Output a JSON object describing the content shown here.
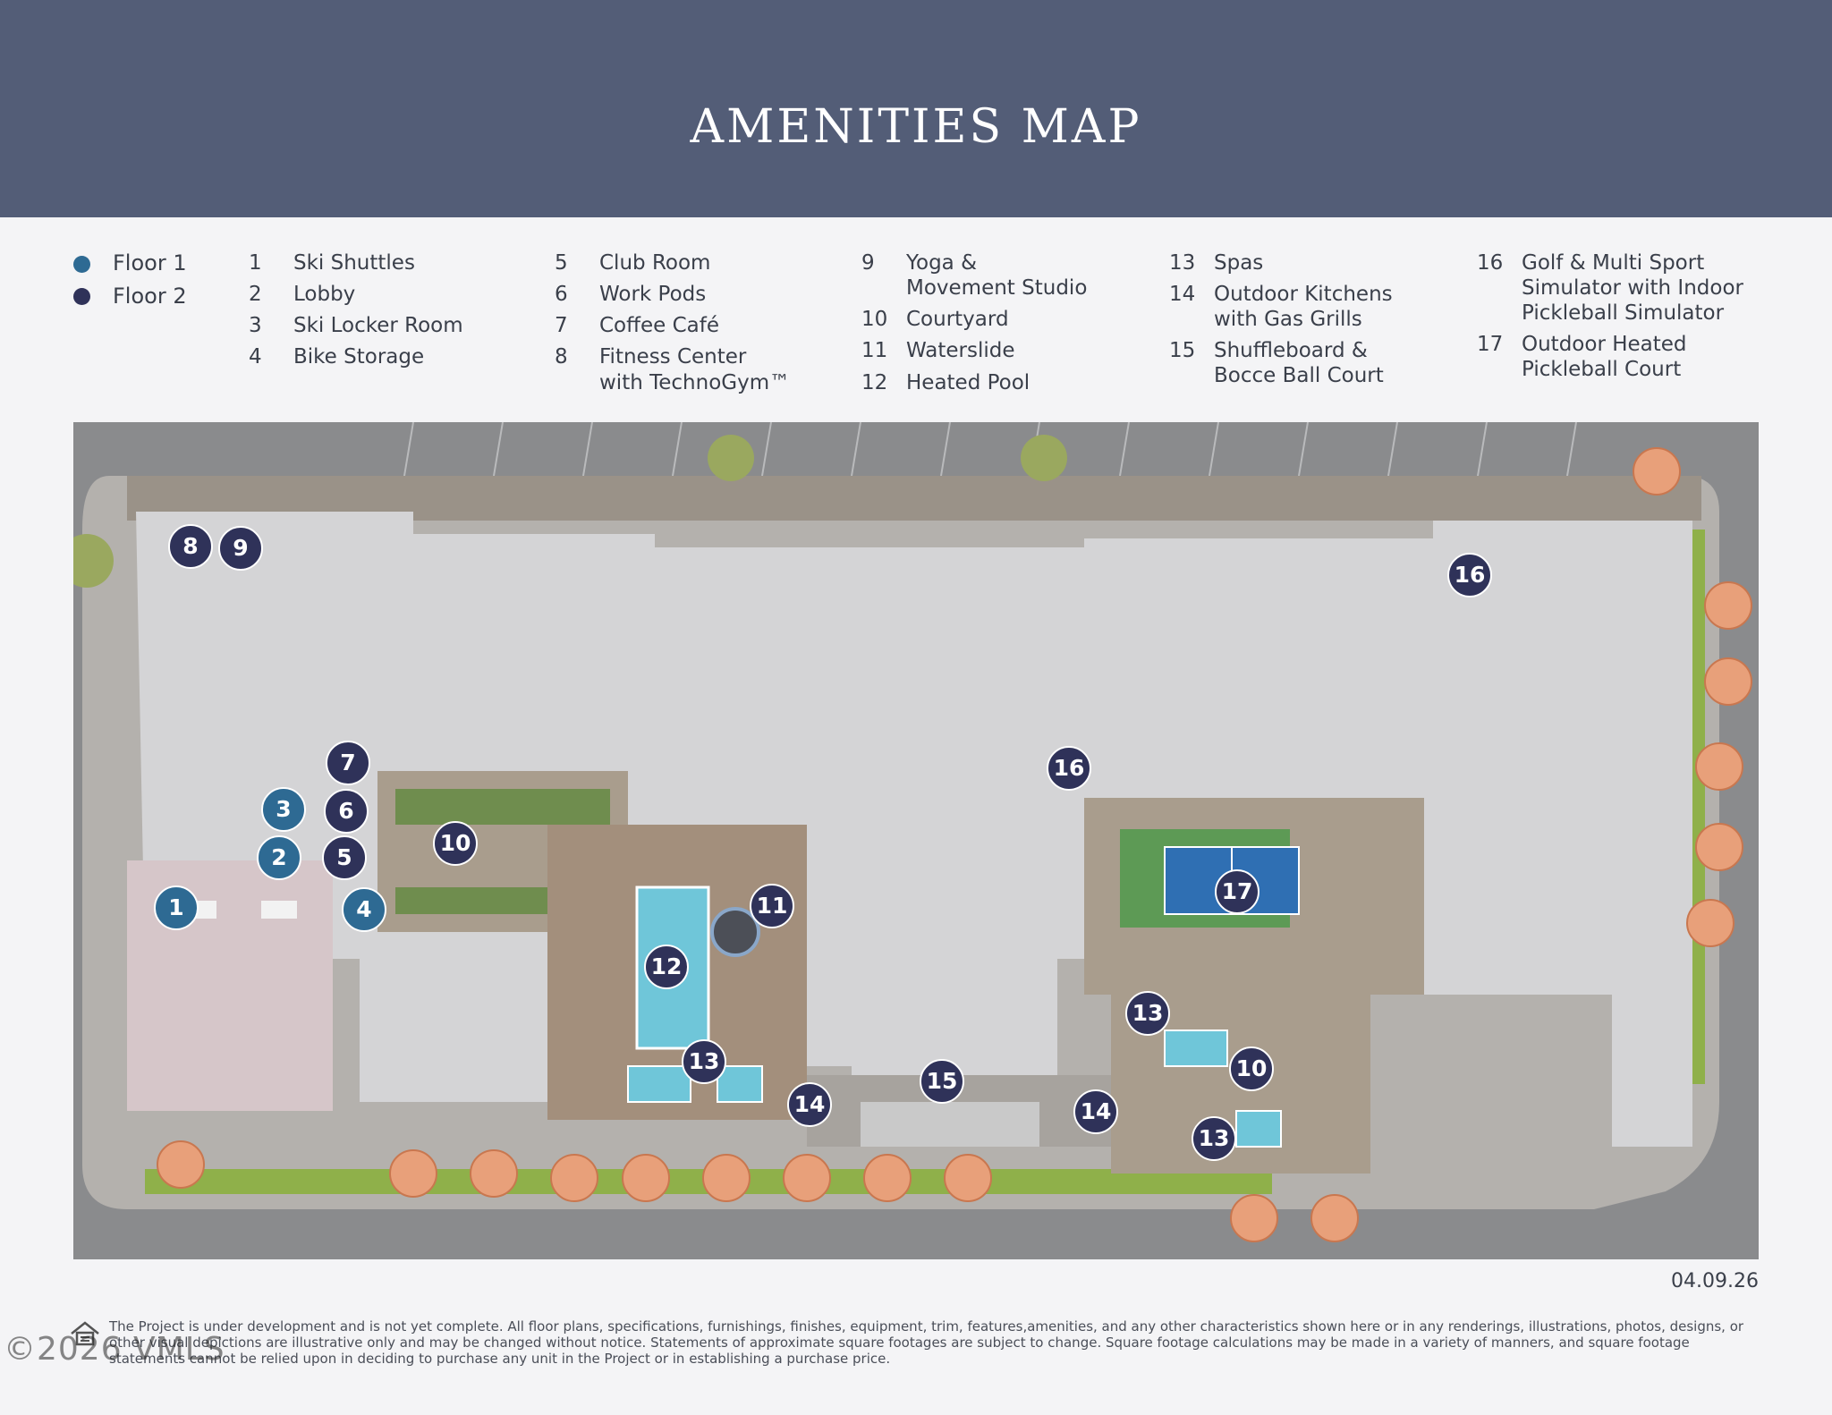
{
  "header": {
    "title": "AMENITIES MAP"
  },
  "legend": {
    "floors": [
      {
        "label": "Floor 1",
        "color": "#2e6a93"
      },
      {
        "label": "Floor 2",
        "color": "#2f3259"
      }
    ]
  },
  "amenities": [
    {
      "num": "1",
      "name": "Ski Shuttles"
    },
    {
      "num": "2",
      "name": "Lobby"
    },
    {
      "num": "3",
      "name": "Ski Locker Room"
    },
    {
      "num": "4",
      "name": "Bike Storage"
    },
    {
      "num": "5",
      "name": "Club Room"
    },
    {
      "num": "6",
      "name": "Work Pods"
    },
    {
      "num": "7",
      "name": "Coffee Café"
    },
    {
      "num": "8",
      "name": "Fitness Center",
      "name2": "with TechnoGym™"
    },
    {
      "num": "9",
      "name": "Yoga &",
      "name2": "Movement Studio"
    },
    {
      "num": "10",
      "name": "Courtyard"
    },
    {
      "num": "11",
      "name": "Waterslide"
    },
    {
      "num": "12",
      "name": "Heated Pool"
    },
    {
      "num": "13",
      "name": "Spas"
    },
    {
      "num": "14",
      "name": "Outdoor Kitchens",
      "name2": "with Gas Grills"
    },
    {
      "num": "15",
      "name": "Shuffleboard &",
      "name2": "Bocce Ball Court"
    },
    {
      "num": "16",
      "name": "Golf & Multi Sport",
      "name2": "Simulator with Indoor",
      "name3": "Pickleball Simulator"
    },
    {
      "num": "17",
      "name": "Outdoor Heated",
      "name2": "Pickleball Court"
    }
  ],
  "markers": [
    {
      "label": "1",
      "floor": 1
    },
    {
      "label": "2",
      "floor": 1
    },
    {
      "label": "3",
      "floor": 1
    },
    {
      "label": "4",
      "floor": 1
    },
    {
      "label": "5",
      "floor": 2
    },
    {
      "label": "6",
      "floor": 2
    },
    {
      "label": "7",
      "floor": 2
    },
    {
      "label": "8",
      "floor": 2
    },
    {
      "label": "9",
      "floor": 2
    },
    {
      "label": "10",
      "floor": 2
    },
    {
      "label": "10",
      "floor": 2
    },
    {
      "label": "11",
      "floor": 2
    },
    {
      "label": "12",
      "floor": 2
    },
    {
      "label": "13",
      "floor": 2
    },
    {
      "label": "13",
      "floor": 2
    },
    {
      "label": "13",
      "floor": 2
    },
    {
      "label": "14",
      "floor": 2
    },
    {
      "label": "14",
      "floor": 2
    },
    {
      "label": "15",
      "floor": 2
    },
    {
      "label": "16",
      "floor": 2
    },
    {
      "label": "16",
      "floor": 2
    },
    {
      "label": "17",
      "floor": 2
    }
  ],
  "date": "04.09.26",
  "disclaimer": "The Project is under development and is not yet complete. All floor plans, specifications, furnishings, finishes, equipment, trim, features,amenities, and any other characteristics shown here or in any renderings, illustrations, photos, designs, or other visual depictions are illustrative only and may be changed without notice. Statements of approximate square footages are subject to change. Square footage calculations may be made in a variety of manners, and square footage statements cannot be relied upon in deciding to purchase any unit in the Project or in establishing a purchase price.",
  "watermark": "©2026 VMLS",
  "icons": {
    "home": "home-icon"
  }
}
